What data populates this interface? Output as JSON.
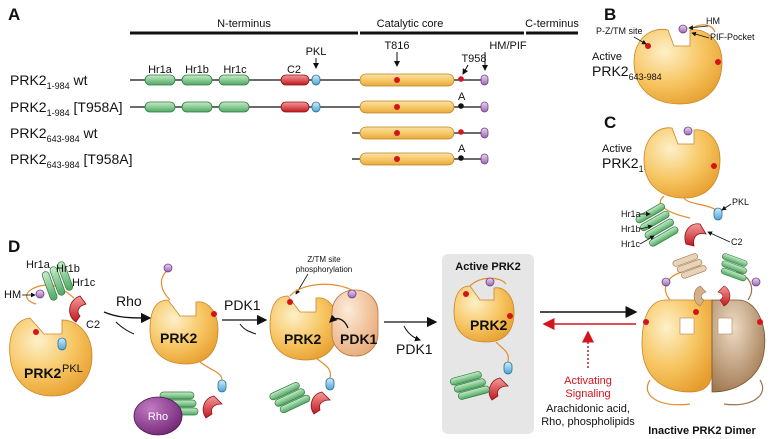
{
  "panels": {
    "A": "A",
    "B": "B",
    "C": "C",
    "D": "D"
  },
  "regions": {
    "n_term": "N-terminus",
    "core": "Catalytic core",
    "c_term": "C-terminus"
  },
  "domains": {
    "hr1a": "Hr1a",
    "hr1b": "Hr1b",
    "hr1c": "Hr1c",
    "c2": "C2",
    "pkl": "PKL",
    "t816": "T816",
    "t958": "T958",
    "hm_pif": "HM/PIF",
    "ala": "A"
  },
  "constructs": [
    {
      "name": "PRK2",
      "sub": "1-984",
      "suffix": " wt"
    },
    {
      "name": "PRK2",
      "sub": "1-984",
      "suffix": " [T958A]"
    },
    {
      "name": "PRK2",
      "sub": "643-984",
      "suffix": " wt"
    },
    {
      "name": "PRK2",
      "sub": "643-984",
      "suffix": " [T958A]"
    }
  ],
  "panelB": {
    "title": "Active",
    "name": "PRK2",
    "sub": "643-984",
    "pz": "P-Z/TM site",
    "hm": "HM",
    "pif": "PIF-Pocket"
  },
  "panelC": {
    "title": "Active",
    "name": "PRK2",
    "sub": "1-984",
    "pkl": "PKL",
    "hr1a": "Hr1a",
    "hr1b": "Hr1b",
    "hr1c": "Hr1c",
    "c2": "C2"
  },
  "panelD": {
    "hm": "HM",
    "hr1a": "Hr1a",
    "hr1b": "Hr1b",
    "hr1c": "Hr1c",
    "c2": "C2",
    "pkl": "PKL",
    "prk2": "PRK2",
    "rho_arrow": "Rho",
    "rho": "Rho",
    "pdk1_arrow": "PDK1",
    "pdk1": "PDK1",
    "pdk1_out": "PDK1",
    "ztm": "Z/TM site",
    "ztm2": "phosphorylation",
    "active_title": "Active PRK2",
    "dimer": "Inactive PRK2 Dimer",
    "activating1": "Activating",
    "activating2": "Signaling",
    "signals1": "Arachidonic acid,",
    "signals2": "Rho, phospholipids"
  },
  "colors": {
    "hr1": "#7cc68a",
    "c2": "#e0363c",
    "pkl": "#7fc4e8",
    "core": "#f7c96a",
    "hm": "#c39bd3",
    "pdk1": "#f5c99a",
    "rho": "#8e3a92",
    "dimer": "#c8a27a",
    "bg_active": "#e6e6e6"
  }
}
